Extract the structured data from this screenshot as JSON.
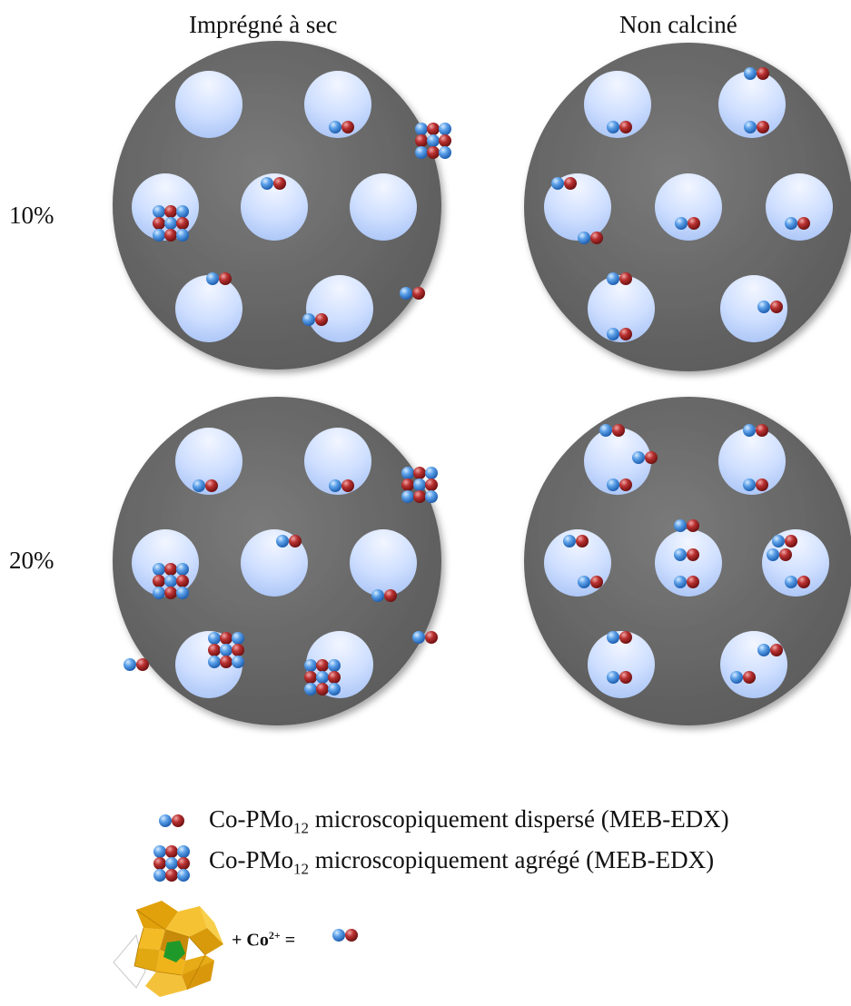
{
  "columns": [
    "Imprégné à sec",
    "Non calciné"
  ],
  "rows": [
    "10%",
    "20%"
  ],
  "legend": {
    "dispersed": {
      "prefix": "Co-PMo",
      "sub": "12",
      "suffix": " microscopiquement dispersé (MEB-EDX)"
    },
    "aggregated": {
      "prefix": "Co-PMo",
      "sub": "12",
      "suffix": " microscopiquement agrégé (MEB-EDX)"
    }
  },
  "formula": {
    "plus": "+ Co",
    "sup": "2+",
    "equals": " ="
  },
  "colors": {
    "particle": "#6b6b6b",
    "pore": "#bcd3ff",
    "blue_sphere": "#4a8fe0",
    "red_sphere": "#b0262a",
    "polyoxometalate": "#f1b213",
    "center": "#1f9a2a"
  },
  "icons": [
    "grey-support-particle",
    "pore",
    "cobalt-pmo12-dimer",
    "cobalt-pmo12-aggregate",
    "pmo12-polyhedron"
  ]
}
